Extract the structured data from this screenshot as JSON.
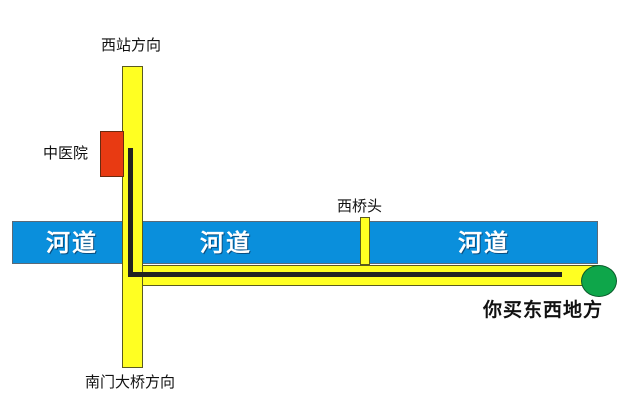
{
  "map": {
    "river_labels": [
      "河道",
      "河道",
      "河道"
    ],
    "labels": {
      "north": "西站方向",
      "south": "南门大桥方向",
      "hospital": "中医院",
      "bridge": "西桥头",
      "destination": "你买东西地方"
    },
    "colors": {
      "river": "#0a8fdc",
      "road": "#ffff22",
      "route": "#222222",
      "hospital": "#e83a12",
      "destination": "#0ea64a"
    }
  }
}
